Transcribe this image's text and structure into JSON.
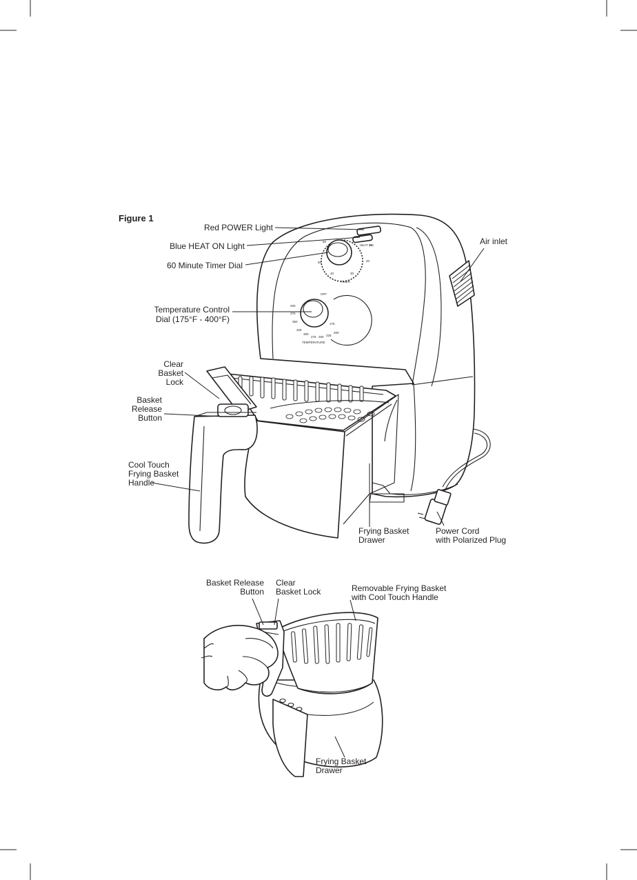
{
  "figure_label": "Figure 1",
  "top_labels": {
    "red_power_light": "Red POWER Light",
    "blue_heat_light": "Blue HEAT ON Light",
    "timer_dial": "60 Minute Timer Dial",
    "temp_dial_line1": "Temperature Control",
    "temp_dial_line2": "Dial (175°F - 400°F)",
    "air_inlet": "Air inlet",
    "clear_lock_line1": "Clear",
    "clear_lock_line2": "Basket",
    "clear_lock_line3": "Lock",
    "release_line1": "Basket",
    "release_line2": "Release",
    "release_line3": "Button",
    "handle_line1": "Cool Touch",
    "handle_line2": "Frying Basket",
    "handle_line3": "Handle",
    "drawer_line1": "Frying Basket",
    "drawer_line2": "Drawer",
    "cord_line1": "Power Cord",
    "cord_line2": "with Polarized Plug"
  },
  "bottom_labels": {
    "release_line1": "Basket Release",
    "release_line2": "Button",
    "lock_line1": "Clear",
    "lock_line2": "Basket Lock",
    "removable_line1": "Removable Frying Basket",
    "removable_line2": "with Cool Touch Handle",
    "drawer_line1": "Frying Basket",
    "drawer_line2": "Drawer"
  },
  "dial_text": {
    "power_tag": "HEAT ON",
    "timer": "TIMER",
    "off": "OFF",
    "temperature": "TEMPERATURE",
    "timer_ticks": [
      "60",
      "10",
      "20",
      "30",
      "40",
      "50"
    ],
    "temp_ticks": [
      "400",
      "375",
      "350",
      "325",
      "300",
      "275",
      "250",
      "225",
      "200",
      "175"
    ]
  }
}
